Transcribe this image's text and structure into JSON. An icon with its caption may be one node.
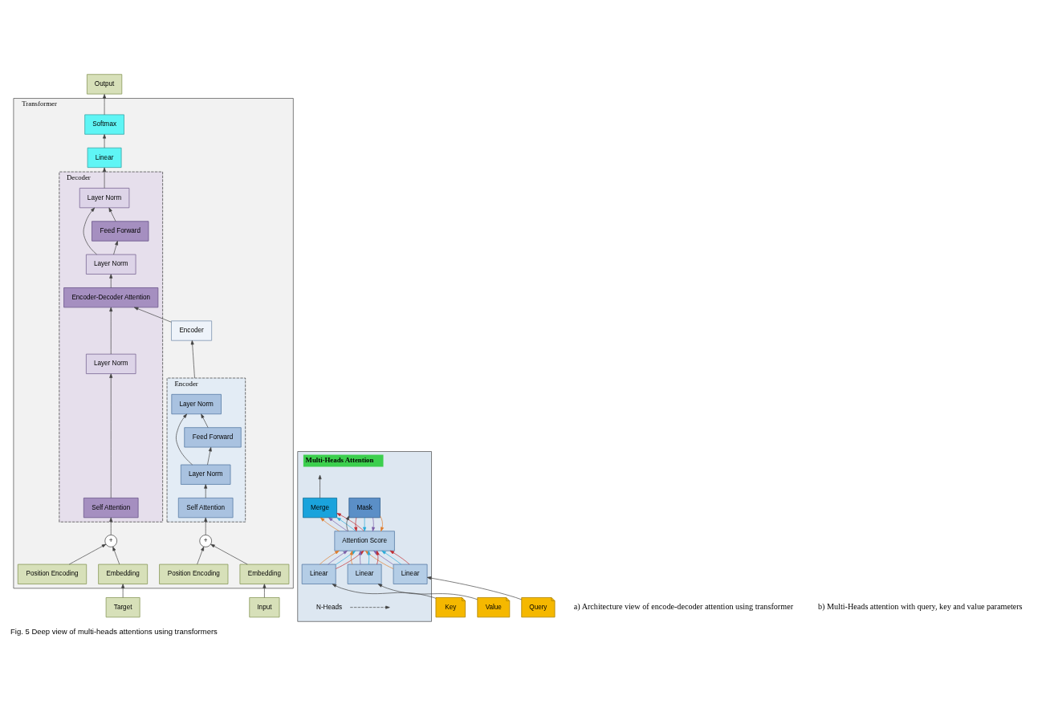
{
  "diagram": {
    "caption": "Fig. 5 Deep view of multi-heads attentions using transformers",
    "nodes": [
      {
        "text": [
          "Output"
        ]
      },
      {
        "text": [
          "Transformer"
        ]
      },
      {
        "text": [
          "Encoder"
        ],
        "in": 1
      },
      {
        "text": [
          "Encoder"
        ],
        "in": 1
      },
      {
        "text": [
          "Layer Norm"
        ],
        "in": 3
      },
      {
        "text": [
          "Feed Forward"
        ],
        "in": 3
      },
      {
        "text": [
          "Layer Norm"
        ],
        "in": 3
      },
      {
        "text": [
          "Self Attention"
        ],
        "in": 3
      },
      {
        "text": [
          "+"
        ],
        "in": 1
      },
      {
        "text": [
          "Embedding"
        ],
        "in": 1
      },
      {
        "text": [
          "Position Encoding"
        ],
        "in": 1
      },
      {
        "text": [
          "Softmax"
        ],
        "in": 1
      },
      {
        "text": [
          "Linear"
        ],
        "in": 1
      },
      {
        "text": [
          "Decoder"
        ],
        "in": 1
      },
      {
        "text": [
          "Layer Norm"
        ],
        "in": 13
      },
      {
        "text": [
          "Feed Forward"
        ],
        "in": 13
      },
      {
        "text": [
          "Layer Norm"
        ],
        "in": 13
      },
      {
        "text": [
          "Encoder-Decoder Attention"
        ],
        "in": 13
      },
      {
        "text": [
          "Layer Norm"
        ],
        "in": 13
      },
      {
        "text": [
          "Self Attention"
        ],
        "in": 13
      },
      {
        "text": [
          "+"
        ],
        "in": 1
      },
      {
        "text": [
          "Embedding"
        ],
        "in": 1
      },
      {
        "text": [
          "Position Encoding"
        ],
        "in": 1
      },
      {
        "text": [
          "Input"
        ]
      },
      {
        "text": [
          "Target"
        ]
      },
      {
        "text": [
          "Multi-Heads Attention"
        ]
      },
      {
        "text": [
          "Merge"
        ],
        "in": 25
      },
      {
        "text": [
          "Attention Score"
        ],
        "in": 25
      },
      {
        "text": [
          "Mask"
        ],
        "in": 25
      },
      {
        "text": [
          "N-Heads"
        ],
        "in": 25
      },
      {
        "text": [
          "Linear"
        ],
        "in": 25
      },
      {
        "text": [
          "Linear"
        ],
        "in": 25
      },
      {
        "text": [
          "Linear"
        ],
        "in": 25
      },
      {
        "text": [
          "Query"
        ]
      },
      {
        "text": [
          "Key"
        ]
      },
      {
        "text": [
          "Value"
        ]
      }
    ],
    "edges": [
      {
        "from": 11,
        "to": 0,
        "arrow": "to"
      },
      {
        "from": 12,
        "to": 11,
        "arrow": "to"
      },
      {
        "from": 14,
        "to": 12,
        "arrow": "to"
      },
      {
        "from": 3,
        "to": 2,
        "arrow": "to"
      },
      {
        "from": 6,
        "to": 5,
        "arrow": "to"
      },
      {
        "from": 5,
        "to": 4,
        "arrow": "to"
      },
      {
        "from": 6,
        "to": 4,
        "arrow": "to"
      },
      {
        "from": 7,
        "to": 6,
        "arrow": "to"
      },
      {
        "from": 8,
        "to": 7,
        "arrow": "to"
      },
      {
        "from": 9,
        "to": 8,
        "arrow": "to"
      },
      {
        "from": 10,
        "to": 8,
        "arrow": "to"
      },
      {
        "from": 23,
        "to": 9,
        "arrow": "to"
      },
      {
        "from": 2,
        "to": 17,
        "arrow": "to"
      },
      {
        "from": 19,
        "to": 18,
        "arrow": "to"
      },
      {
        "from": 18,
        "to": 17,
        "arrow": "to"
      },
      {
        "from": 17,
        "to": 16,
        "arrow": "to"
      },
      {
        "from": 16,
        "to": 15,
        "arrow": "to"
      },
      {
        "from": 15,
        "to": 14,
        "arrow": "to"
      },
      {
        "from": 16,
        "to": 14,
        "arrow": "to"
      },
      {
        "from": 20,
        "to": 19,
        "arrow": "to"
      },
      {
        "from": 21,
        "to": 20,
        "arrow": "to"
      },
      {
        "from": 22,
        "to": 20,
        "arrow": "to"
      },
      {
        "from": 24,
        "to": 21,
        "arrow": "to"
      },
      {
        "from": 26,
        "to": null,
        "arrow": "to"
      },
      {
        "from": 27,
        "to": 26,
        "arrow": "to",
        "color": "#e07b2a"
      },
      {
        "from": 27,
        "to": 26,
        "arrow": "to",
        "color": "#7a5ea8"
      },
      {
        "from": 27,
        "to": 26,
        "arrow": "to",
        "color": "#27a9d8"
      },
      {
        "from": 27,
        "to": 26,
        "arrow": "to",
        "color": "#c0282d"
      },
      {
        "from": 28,
        "to": 27,
        "arrow": "to",
        "color": "#c0282d"
      },
      {
        "from": 28,
        "to": 27,
        "arrow": "to",
        "color": "#27a9d8"
      },
      {
        "from": 28,
        "to": 27,
        "arrow": "to",
        "color": "#7a5ea8"
      },
      {
        "from": 28,
        "to": 27,
        "arrow": "to",
        "color": "#e07b2a"
      },
      {
        "from": 27,
        "to": 28,
        "arrow": "to"
      },
      {
        "from": 29,
        "to": null,
        "arrow": "to",
        "style": "dashed"
      },
      {
        "from": 30,
        "to": 27,
        "arrow": "to",
        "color": "#e07b2a"
      },
      {
        "from": 30,
        "to": 27,
        "arrow": "to",
        "color": "#7a5ea8"
      },
      {
        "from": 30,
        "to": 27,
        "arrow": "to",
        "color": "#27a9d8"
      },
      {
        "from": 30,
        "to": 27,
        "arrow": "to",
        "color": "#c0282d"
      },
      {
        "from": 31,
        "to": 27,
        "arrow": "to",
        "color": "#e07b2a"
      },
      {
        "from": 31,
        "to": 27,
        "arrow": "to",
        "color": "#7a5ea8"
      },
      {
        "from": 31,
        "to": 27,
        "arrow": "to",
        "color": "#27a9d8"
      },
      {
        "from": 31,
        "to": 27,
        "arrow": "to",
        "color": "#c0282d"
      },
      {
        "from": 32,
        "to": 27,
        "arrow": "to",
        "color": "#e07b2a"
      },
      {
        "from": 32,
        "to": 27,
        "arrow": "to",
        "color": "#7a5ea8"
      },
      {
        "from": 32,
        "to": 27,
        "arrow": "to",
        "color": "#27a9d8"
      },
      {
        "from": 32,
        "to": 27,
        "arrow": "to",
        "color": "#c0282d"
      },
      {
        "from": 33,
        "to": 30,
        "arrow": "to"
      },
      {
        "from": 34,
        "to": 31,
        "arrow": "to"
      },
      {
        "from": 35,
        "to": 32,
        "arrow": "to"
      }
    ],
    "labels": [
      "a) Architecture view of encode-decoder attention using transformer",
      "b) Multi-Heads attention with query, key and value parameters"
    ]
  }
}
